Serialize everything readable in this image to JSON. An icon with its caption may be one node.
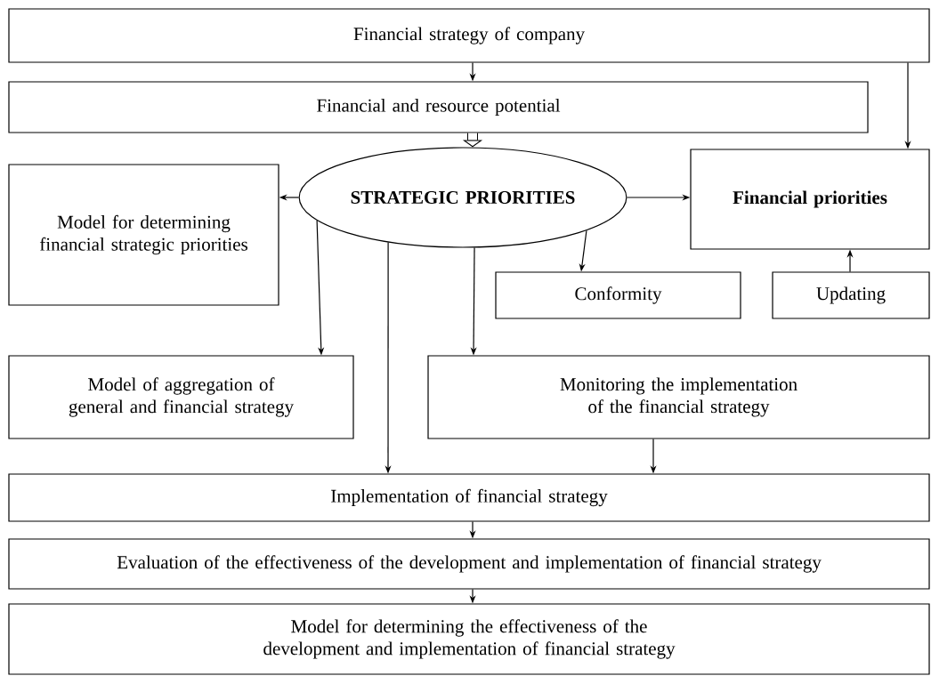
{
  "diagram": {
    "nodes": [
      {
        "text": [
          "Financial strategy of company"
        ]
      },
      {
        "text": [
          "Financial and resource potential"
        ]
      },
      {
        "text": [
          "STRATEGIC PRIORITIES"
        ]
      },
      {
        "text": [
          "Model for determining financial strategic priorities"
        ]
      },
      {
        "text": [
          "Financial priorities"
        ]
      },
      {
        "text": [
          "Conformity"
        ]
      },
      {
        "text": [
          "Updating"
        ]
      },
      {
        "text": [
          "Model of aggregation of general and financial strategy"
        ]
      },
      {
        "text": [
          "Monitoring the implementation of the financial strategy"
        ]
      },
      {
        "text": [
          "Implementation of financial strategy"
        ]
      },
      {
        "text": [
          "Evaluation of the effectiveness of the development and implementation of financial strategy"
        ]
      },
      {
        "text": [
          "Model for determining the effectiveness of the development and implementation of financial strategy"
        ]
      }
    ],
    "edges": [
      {
        "from": 0,
        "to": 1,
        "arrow": "to"
      },
      {
        "from": 0,
        "to": 4,
        "arrow": "to"
      },
      {
        "from": 1,
        "to": 2,
        "arrow": "to",
        "style": "thick"
      },
      {
        "from": 2,
        "to": 3,
        "arrow": "to"
      },
      {
        "from": 2,
        "to": 4,
        "arrow": "to"
      },
      {
        "from": 2,
        "to": 5,
        "arrow": "to"
      },
      {
        "from": 6,
        "to": 4,
        "arrow": "to"
      },
      {
        "from": 2,
        "to": 7,
        "arrow": "to"
      },
      {
        "from": 2,
        "to": 9,
        "arrow": "to"
      },
      {
        "from": 2,
        "to": 8,
        "arrow": "to"
      },
      {
        "from": 8,
        "to": 9,
        "arrow": "to"
      },
      {
        "from": 9,
        "to": 10,
        "arrow": "to"
      },
      {
        "from": 10,
        "to": 11,
        "arrow": "to"
      }
    ]
  }
}
